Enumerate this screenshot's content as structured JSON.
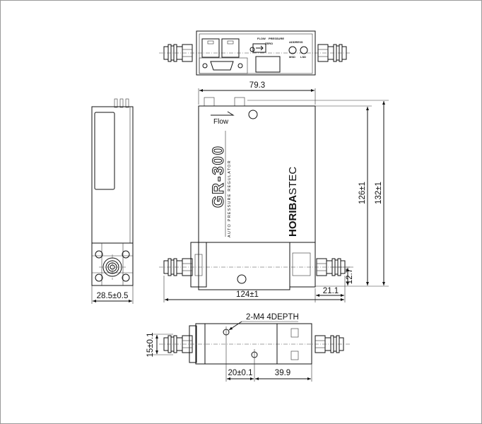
{
  "top_view": {
    "labels": {
      "flow": "FLOW",
      "pressure": "PRESSURE",
      "zero": "ZERO",
      "address": "ADDRESS",
      "msd": "MSD",
      "lsd": "LSD"
    }
  },
  "front_view": {
    "flow_label": "Flow",
    "model": "GR-300",
    "model_subtitle": "AUTO PRESSURE REGULATOR",
    "brand_bold": "HORIBA",
    "brand_light": "STEC"
  },
  "dimensions": {
    "width_top": "79.3",
    "height_inner": "126±1",
    "height_total": "132±1",
    "length_total": "124±1",
    "fitting_offset": "21.1",
    "port_height": "12.7",
    "side_width": "28.5±0.5",
    "bottom_height": "15±0.1",
    "hole_spacing": "20±0.1",
    "hole_offset": "39.9",
    "hole_note": "2-M4 4DEPTH"
  }
}
